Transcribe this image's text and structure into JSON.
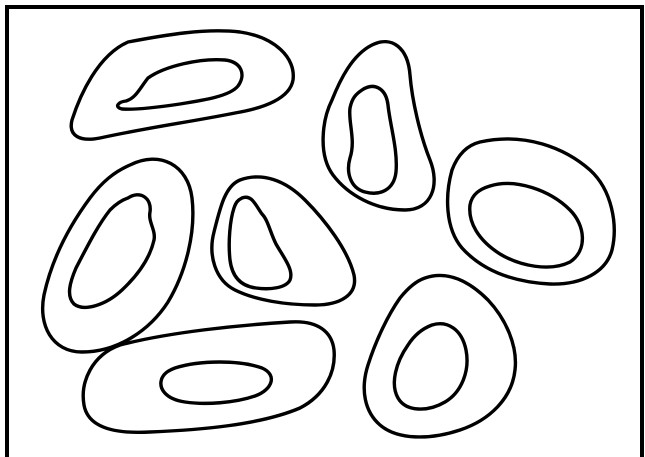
{
  "figure": {
    "kind": "line drawing of seven nested closed outline shapes inside a rectangular border",
    "background_color": "#ffffff",
    "stroke_color": "#000000",
    "shape_count": 7,
    "shapes": [
      {
        "id": "top-left",
        "rings": 2
      },
      {
        "id": "top-middle",
        "rings": 2
      },
      {
        "id": "middle-left",
        "rings": 2
      },
      {
        "id": "center",
        "rings": 2
      },
      {
        "id": "right",
        "rings": 2
      },
      {
        "id": "bottom-left",
        "rings": 2
      },
      {
        "id": "bottom-right",
        "rings": 2
      }
    ]
  }
}
